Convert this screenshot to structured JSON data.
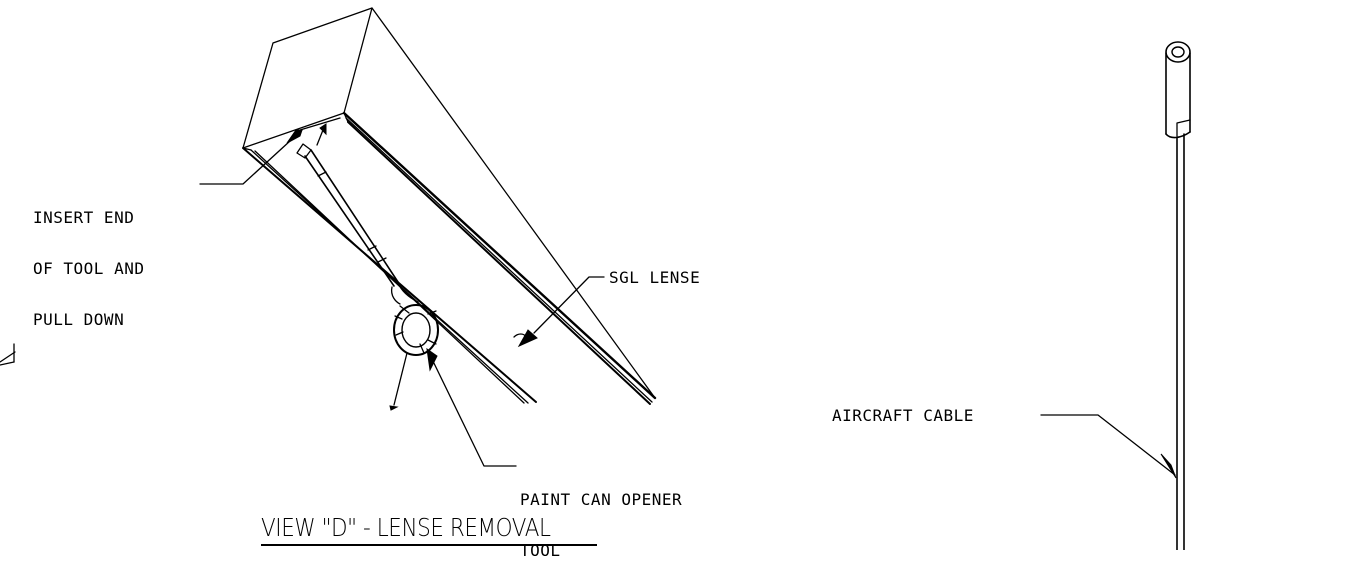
{
  "view_title": "VIEW \"D\" - LENSE REMOVAL",
  "callouts": {
    "insert_end": [
      "INSERT END",
      "OF TOOL AND",
      "PULL DOWN"
    ],
    "sgl_lense": "SGL LENSE",
    "paint_can_opener": [
      "PAINT CAN OPENER",
      "TOOL"
    ],
    "aircraft_cable": "AIRCRAFT CABLE"
  }
}
